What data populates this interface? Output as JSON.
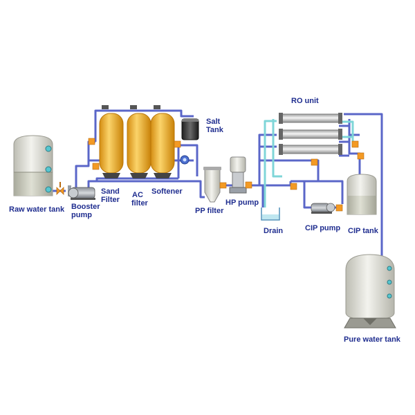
{
  "colors": {
    "pipe_blue": "#5a66c8",
    "pipe_cyan": "#7fd6d8",
    "label_blue": "#1f2d8f",
    "filter_yellow": "#f0b431",
    "tank_grey": "#d8d8cf",
    "valve_orange": "#f39a24"
  },
  "labels": {
    "raw_water_tank": "Raw water tank",
    "booster_pump": [
      "Booster",
      "pump"
    ],
    "sand_filter": [
      "Sand",
      "Filter"
    ],
    "ac_filter": [
      "AC",
      "filter"
    ],
    "softener": "Softener",
    "salt_tank": [
      "Salt",
      "Tank"
    ],
    "pp_filter": "PP filter",
    "hp_pump": "HP pump",
    "ro_unit": "RO unit",
    "drain": "Drain",
    "cip_pump": "CIP pump",
    "cip_tank": "CIP tank",
    "pure_water_tank": "Pure water tank"
  }
}
